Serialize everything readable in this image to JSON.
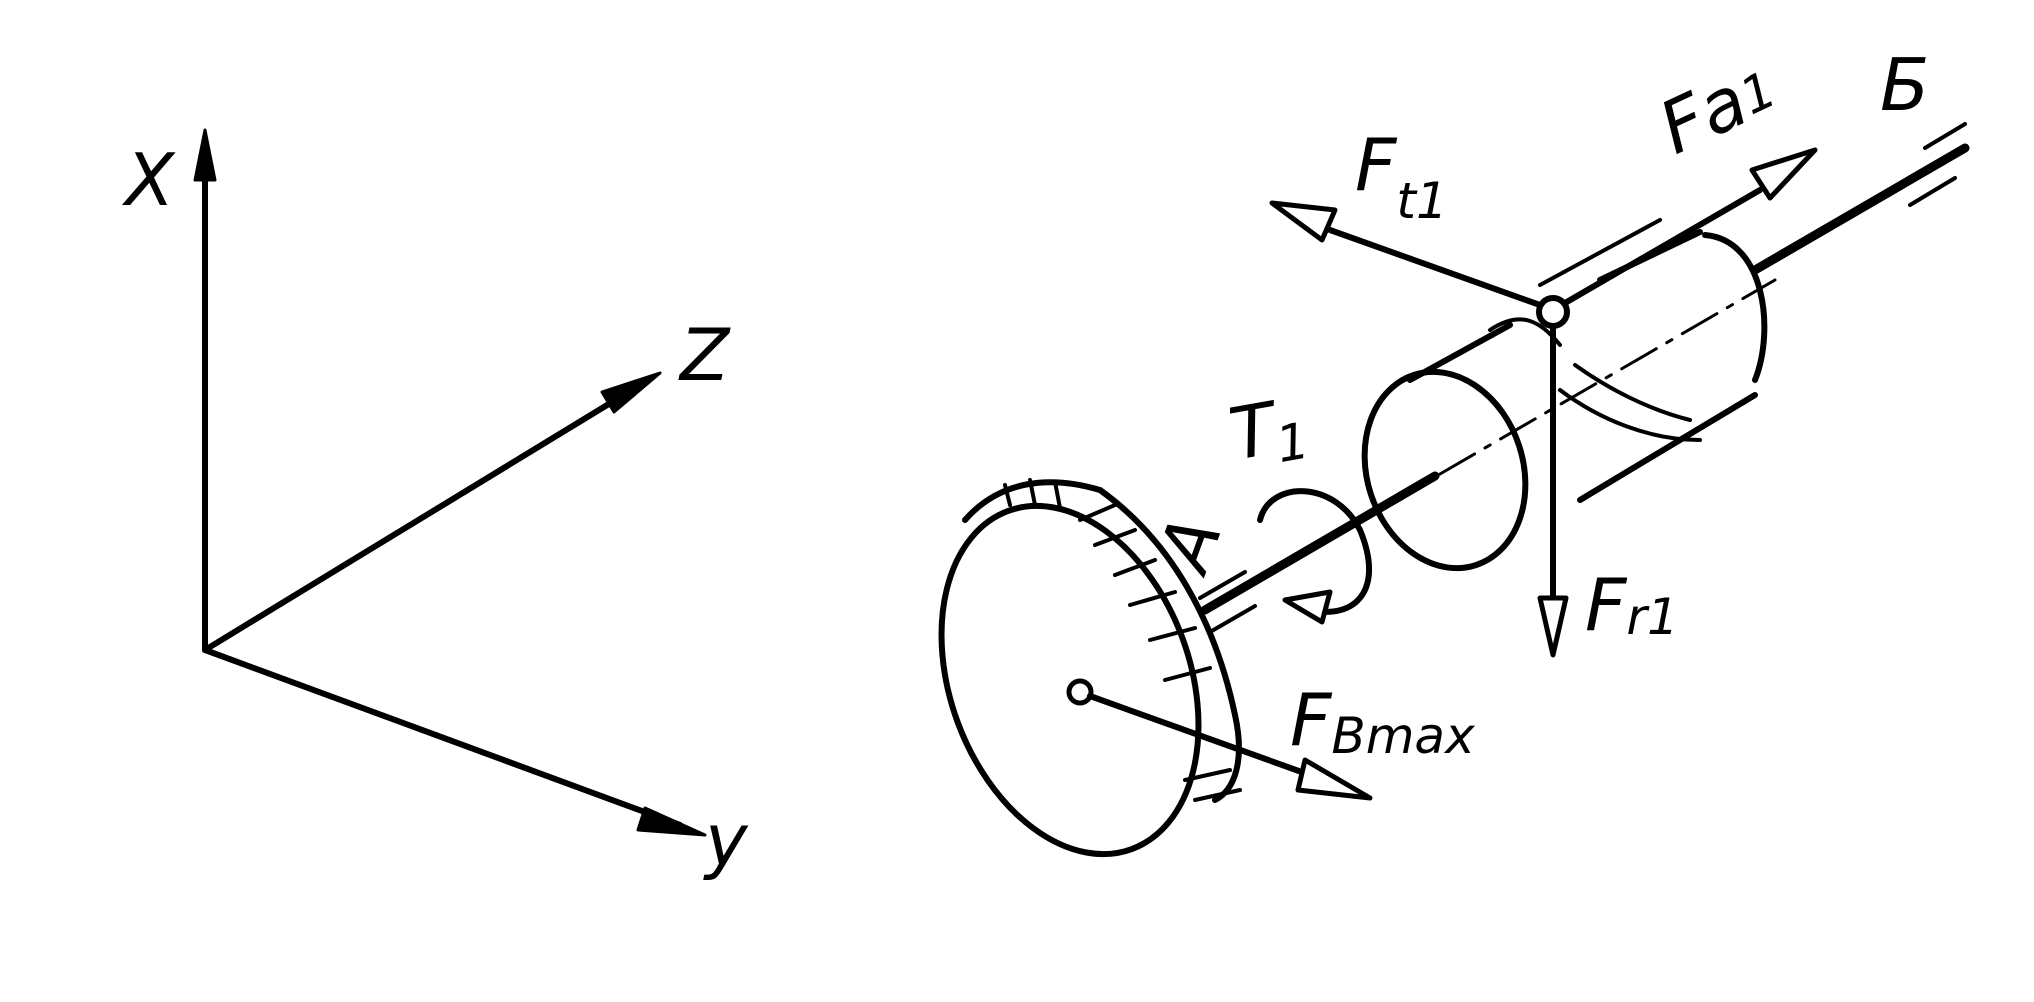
{
  "axes": {
    "x_label": "X",
    "z_label": "Z",
    "y_label": "y"
  },
  "forces": {
    "ft": {
      "main": "F",
      "sub": "t1"
    },
    "fa": {
      "main": "Fa",
      "sub": "1"
    },
    "fr": {
      "main": "F",
      "sub": "r1"
    },
    "fbmax": {
      "main": "F",
      "sub": "Bmax"
    },
    "torque": {
      "main": "T",
      "sub": "1"
    }
  },
  "supports": {
    "a_label": "A",
    "b_label": "Б"
  }
}
